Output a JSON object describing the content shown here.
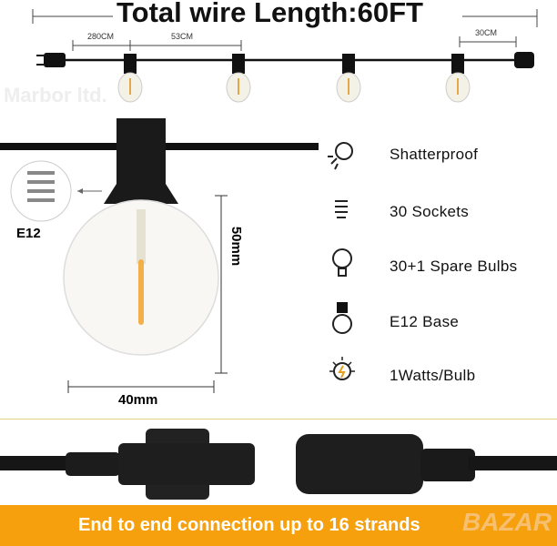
{
  "header": {
    "title": "Total wire Length:60FT",
    "watermark": "Marbor ltd."
  },
  "dimensions": {
    "plug_to_first": "280CM",
    "bulb_spacing": "53CM",
    "end_lead": "30CM",
    "height": "50mm",
    "width": "40mm",
    "base_label": "E12"
  },
  "features": [
    {
      "icon": "shatterproof-bulb-icon",
      "label": "Shatterproof"
    },
    {
      "icon": "socket-icon",
      "label": "30 Sockets"
    },
    {
      "icon": "bulb-icon",
      "label": "30+1 Spare Bulbs"
    },
    {
      "icon": "e12-base-icon",
      "label": "E12 Base"
    },
    {
      "icon": "watt-bulb-icon",
      "label": "1Watts/Bulb"
    }
  ],
  "banner": {
    "text": "End to end connection up to 16 strands",
    "watermark": "BAZAR",
    "color": "#f5a00c"
  }
}
